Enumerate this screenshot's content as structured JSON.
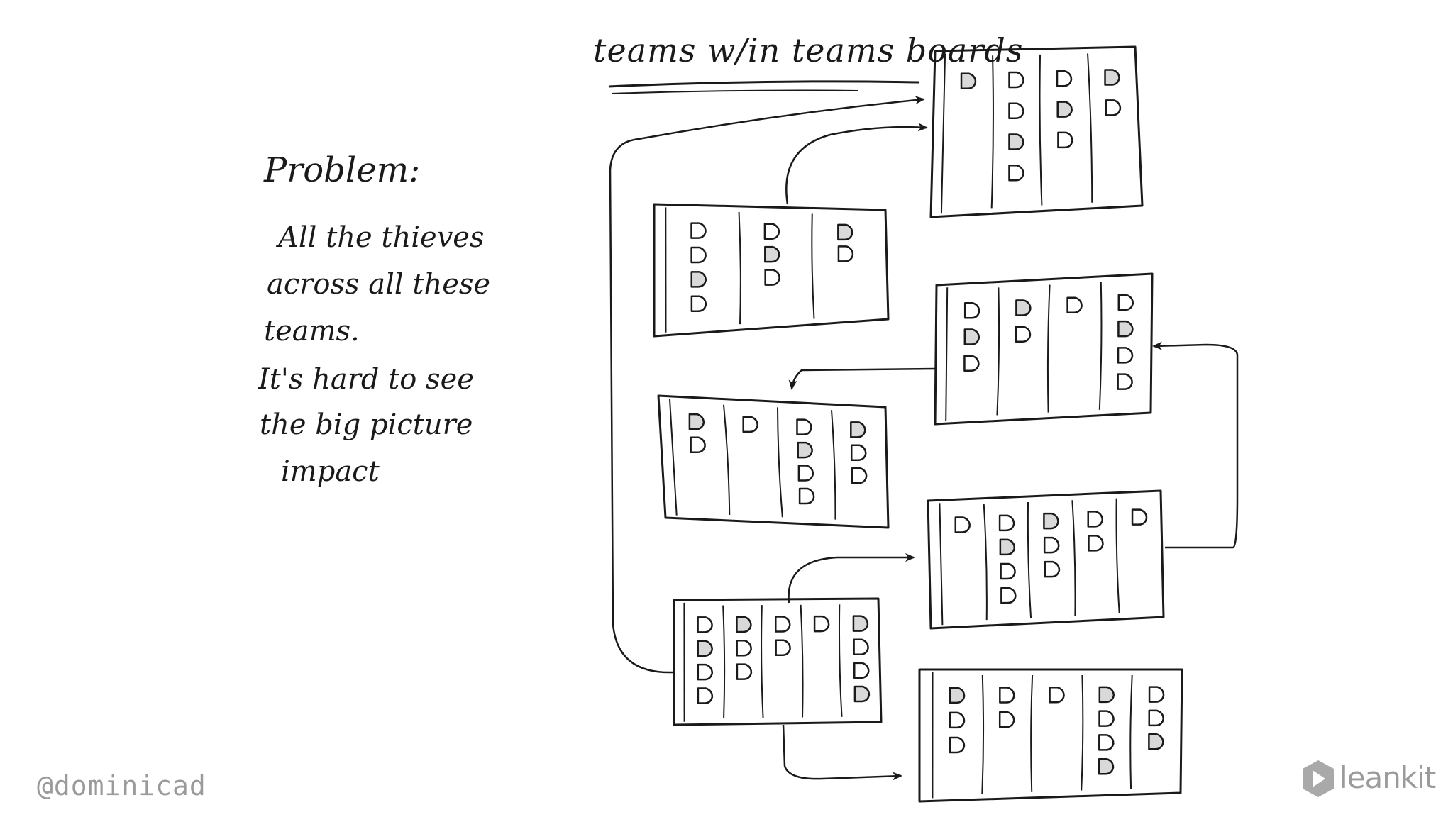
{
  "diagram": {
    "title": "teams w/in teams boards",
    "problem": {
      "heading": "Problem:",
      "lines": [
        "All the thieves",
        "across all these",
        "teams.",
        "It's hard to see",
        "the big picture",
        "impact"
      ]
    },
    "boards": [
      {
        "id": "board-a",
        "columns": 4
      },
      {
        "id": "board-b",
        "columns": 3
      },
      {
        "id": "board-c",
        "columns": 4
      },
      {
        "id": "board-d",
        "columns": 4
      },
      {
        "id": "board-e",
        "columns": 5
      },
      {
        "id": "board-f",
        "columns": 5
      },
      {
        "id": "board-g",
        "columns": 5
      }
    ]
  },
  "footer": {
    "handle": "@dominicad",
    "brand": "leankit",
    "brand_color": "#9b9b9b"
  },
  "colors": {
    "ink": "#1a1a1a",
    "paper": "#ffffff"
  }
}
